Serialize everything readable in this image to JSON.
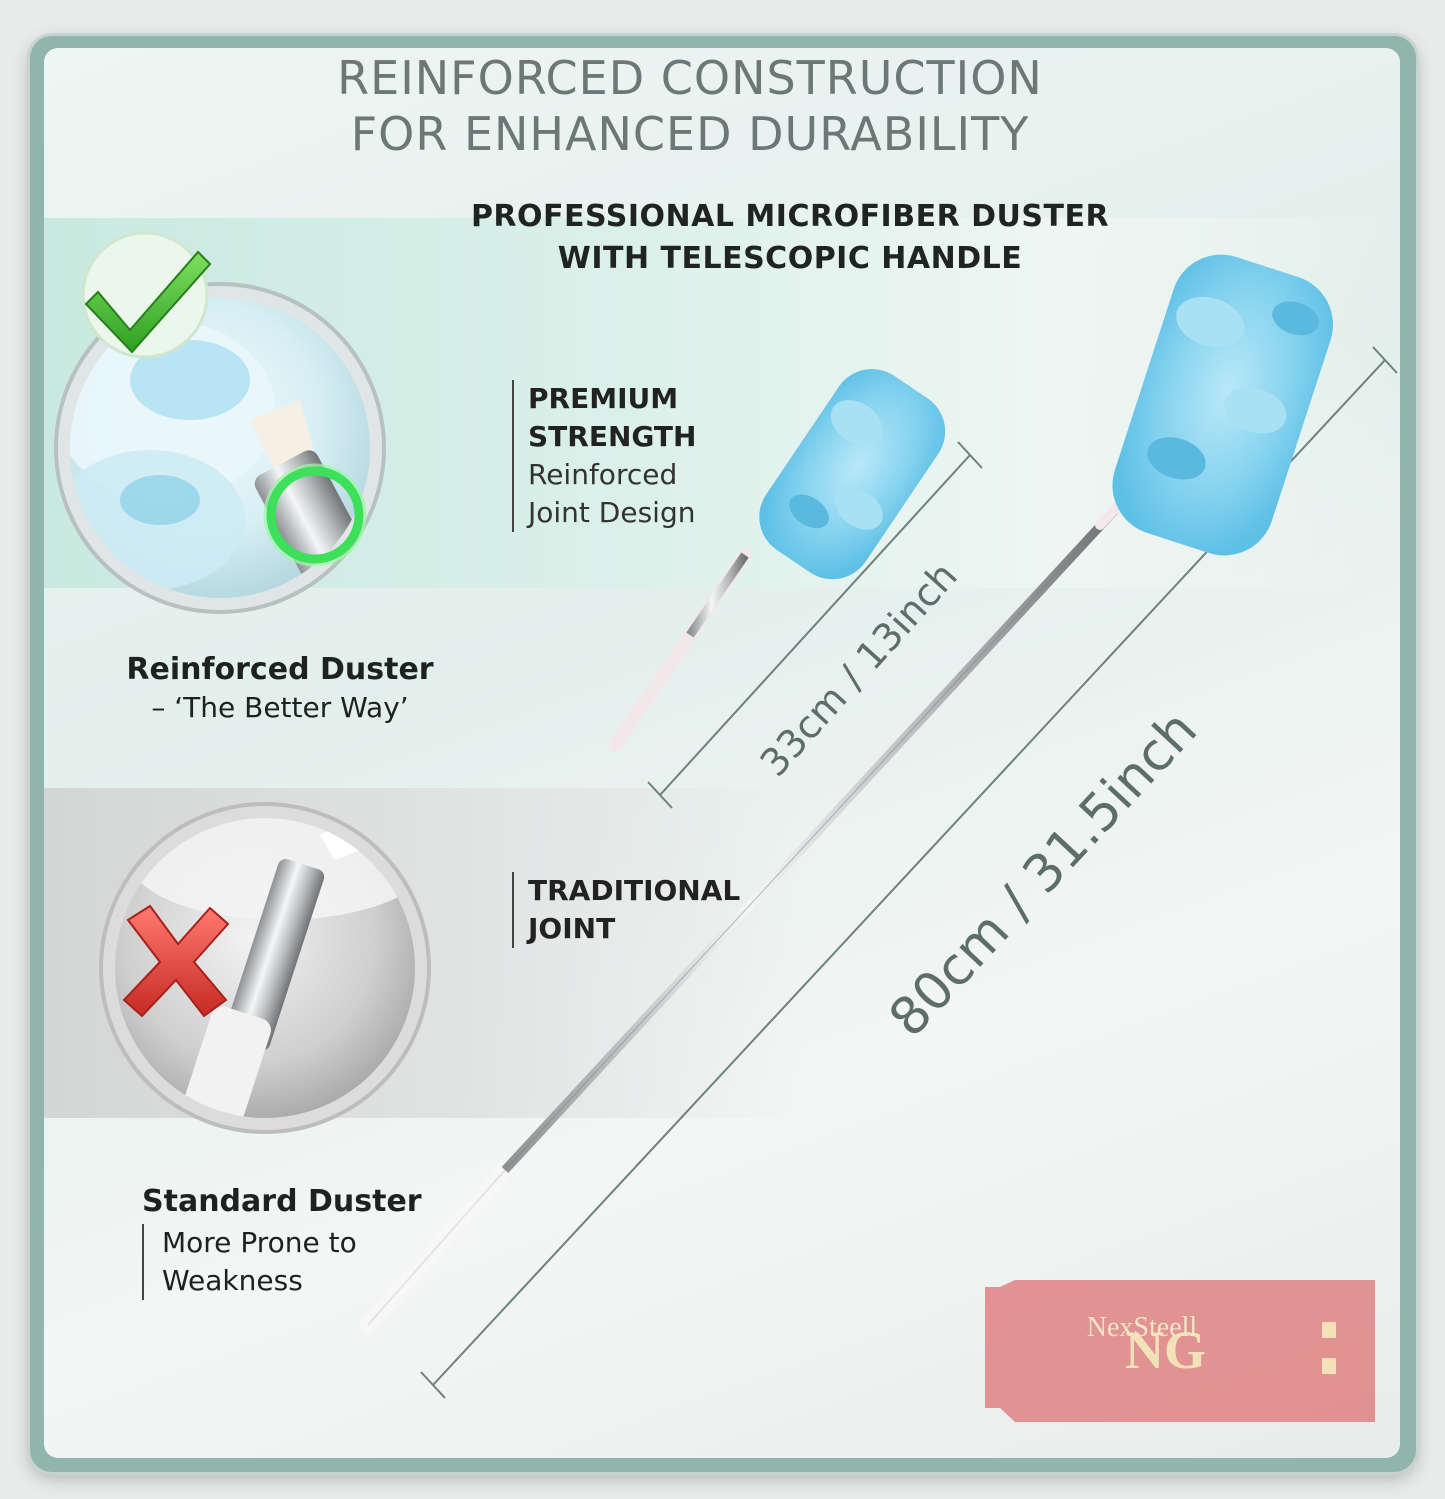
{
  "headline": {
    "line1": "REINFORCED CONSTRUCTION",
    "line2": "FOR ENHANCED DURABILITY"
  },
  "subhead": {
    "line1": "PROFESSIONAL MICROFIBER DUSTER",
    "line2": "WITH TELESCOPIC HANDLE"
  },
  "premium": {
    "title1": "PREMIUM",
    "title2": "STRENGTH",
    "text1": "Reinforced",
    "text2": "Joint Design"
  },
  "traditional": {
    "title1": "TRADITIONAL",
    "title2": "JOINT"
  },
  "reinforced_caption": {
    "title": "Reinforced Duster",
    "subtitle": "– ‘The Better Way’"
  },
  "standard_caption": {
    "title": "Standard Duster",
    "line1": "More Prone to",
    "line2": "Weakness"
  },
  "dimensions": {
    "short": "33cm / 13inch",
    "long": "80cm / 31.5inch"
  },
  "brand": {
    "monogram": "NG",
    "name": "NexSteell"
  },
  "colors": {
    "check": "#3fbf2f",
    "cross": "#e0403a",
    "fluff": "#7fd2ee",
    "brand_bg": "#e08c8c"
  }
}
